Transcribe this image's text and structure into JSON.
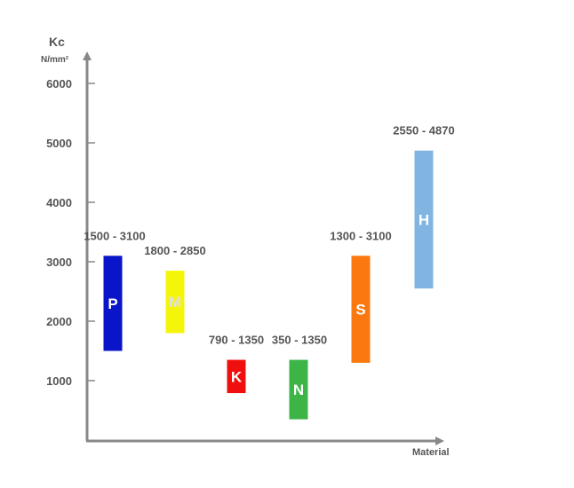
{
  "chart_data": {
    "type": "bar",
    "bar_style": "floating-range",
    "ylabel": "Kc",
    "yunit": "N/mm²",
    "xlabel": "Material",
    "y_ticks": [
      1000,
      2000,
      3000,
      4000,
      5000,
      6000
    ],
    "y_tick_labels": [
      "1000",
      "2000",
      "3000",
      "4000",
      "5000",
      "6000"
    ],
    "ylim": [
      0,
      6500
    ],
    "grid": false,
    "categories": [
      "P",
      "M",
      "K",
      "N",
      "S",
      "H"
    ],
    "ranges": [
      {
        "code": "P",
        "low": 1500,
        "high": 3100,
        "label": "1500 - 3100",
        "color": "#0a14c8",
        "code_color": "#ffffff"
      },
      {
        "code": "M",
        "low": 1800,
        "high": 2850,
        "label": "1800 - 2850",
        "color": "#f5f50a",
        "code_color": "#e0e0e0"
      },
      {
        "code": "K",
        "low": 790,
        "high": 1350,
        "label": "790 - 1350",
        "color": "#f00f0f",
        "code_color": "#ffffff"
      },
      {
        "code": "N",
        "low": 350,
        "high": 1350,
        "label": "350 - 1350",
        "color": "#3cb446",
        "code_color": "#ffffff"
      },
      {
        "code": "S",
        "low": 1300,
        "high": 3100,
        "label": "1300 - 3100",
        "color": "#fa780f",
        "code_color": "#ffffff"
      },
      {
        "code": "H",
        "low": 2550,
        "high": 4870,
        "label": "2550 - 4870",
        "color": "#82b4e1",
        "code_color": "#ffffff"
      }
    ],
    "axis_color": "#888888",
    "text_color": "#555555"
  }
}
